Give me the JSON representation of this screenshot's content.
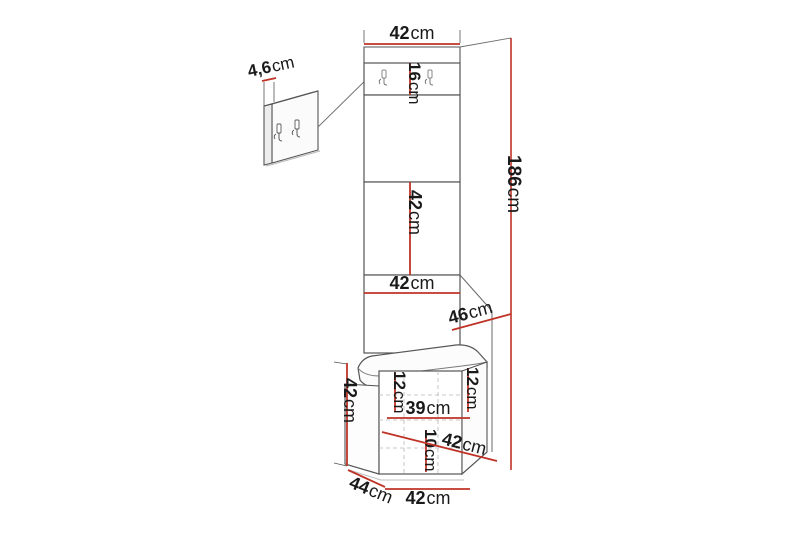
{
  "drawing": {
    "title": "Hallway furniture set dimension drawing",
    "background_color": "#ffffff",
    "line_color": "#4a4a4a",
    "dimension_color": "#bf3326",
    "text_color": "#1a1a1a",
    "unit": "cm"
  },
  "components": [
    {
      "id": "hook-panel-callout",
      "name": "Wall hook panel (detail callout)",
      "hooks": 2
    },
    {
      "id": "hook-panel",
      "name": "Wall hook panel",
      "hooks": 2
    },
    {
      "id": "tall-cabinet",
      "name": "Tall cabinet column"
    },
    {
      "id": "shoe-bench",
      "name": "Shoe bench with padded seat and drawer"
    }
  ],
  "dimensions": {
    "callout_depth": {
      "value": "4,6",
      "unit": "cm",
      "label": "4,6cm",
      "target": "hook-panel-callout",
      "orientation": "horizontal"
    },
    "top_width": {
      "value": "42",
      "unit": "cm",
      "label": "42cm",
      "target": "hook-panel",
      "orientation": "horizontal"
    },
    "hook_panel_height": {
      "value": "16",
      "unit": "cm",
      "label": "16cm",
      "target": "hook-panel",
      "orientation": "vertical"
    },
    "total_height": {
      "value": "186",
      "unit": "cm",
      "label": "186cm",
      "target": "tall-cabinet",
      "orientation": "vertical"
    },
    "cabinet_section_height": {
      "value": "42",
      "unit": "cm",
      "label": "42cm",
      "target": "tall-cabinet",
      "orientation": "vertical"
    },
    "cabinet_width": {
      "value": "42",
      "unit": "cm",
      "label": "42cm",
      "target": "tall-cabinet",
      "orientation": "horizontal"
    },
    "cabinet_depth": {
      "value": "46",
      "unit": "cm",
      "label": "46cm",
      "target": "tall-cabinet",
      "orientation": "diagonal"
    },
    "bench_height": {
      "value": "42",
      "unit": "cm",
      "label": "42cm",
      "target": "shoe-bench",
      "orientation": "vertical"
    },
    "drawer_front_height_left": {
      "value": "12",
      "unit": "cm",
      "label": "12cm",
      "target": "shoe-bench",
      "orientation": "vertical"
    },
    "drawer_front_height_right": {
      "value": "12",
      "unit": "cm",
      "label": "12cm",
      "target": "shoe-bench",
      "orientation": "vertical"
    },
    "inner_width": {
      "value": "39",
      "unit": "cm",
      "label": "39cm",
      "target": "shoe-bench",
      "orientation": "horizontal"
    },
    "lower_compartment_height": {
      "value": "10",
      "unit": "cm",
      "label": "10cm",
      "target": "shoe-bench",
      "orientation": "vertical"
    },
    "inner_depth": {
      "value": "42",
      "unit": "cm",
      "label": "42cm",
      "target": "shoe-bench",
      "orientation": "diagonal"
    },
    "bench_depth": {
      "value": "44",
      "unit": "cm",
      "label": "44cm",
      "target": "shoe-bench",
      "orientation": "diagonal"
    },
    "bench_width": {
      "value": "42",
      "unit": "cm",
      "label": "42cm",
      "target": "shoe-bench",
      "orientation": "horizontal"
    }
  }
}
